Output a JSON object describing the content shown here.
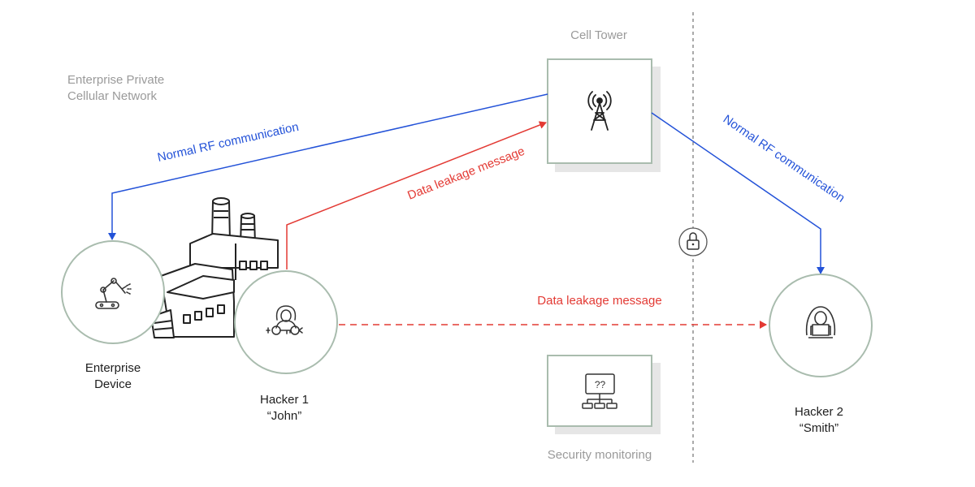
{
  "network_label": {
    "line1": "Enterprise Private",
    "line2": "Cellular Network"
  },
  "cell_tower": {
    "label": "Cell Tower",
    "icon": "cell-tower-icon"
  },
  "security_monitoring": {
    "label": "Security monitoring",
    "icon": "unknown-network-monitor-icon"
  },
  "enterprise_device": {
    "line1": "Enterprise",
    "line2": "Device",
    "icon": "robotic-arm-icon"
  },
  "hacker1": {
    "line1": "Hacker 1",
    "line2": "“John”",
    "icon": "hacker-with-key-icon"
  },
  "hacker2": {
    "line1": "Hacker 2",
    "line2": "“Smith”",
    "icon": "hacker-laptop-icon"
  },
  "factory": {
    "icon": "factory-icon"
  },
  "lock": {
    "icon": "lock-icon"
  },
  "links": {
    "normal_rf_left": "Normal RF communication",
    "normal_rf_right": "Normal RF communication",
    "leak_to_tower": "Data leakage message",
    "leak_direct": "Data leakage message"
  },
  "colors": {
    "normal": "#2352d8",
    "leak": "#e33a34",
    "node_border": "#a9bcae",
    "muted_text": "#9a9a9a"
  }
}
